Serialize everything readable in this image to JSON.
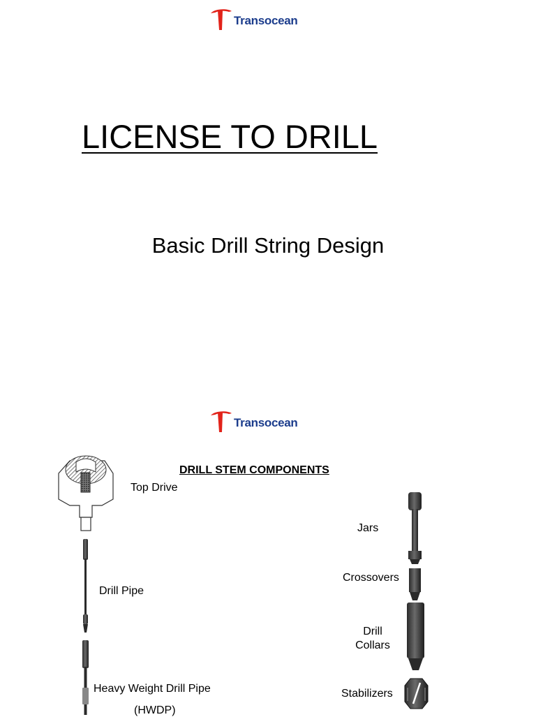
{
  "logo": {
    "brand": "Transocean",
    "colors": {
      "mark": "#e2231a",
      "text": "#1b3c8c"
    }
  },
  "title_slide": {
    "title": "LICENSE TO DRILL",
    "subtitle": "Basic Drill String Design"
  },
  "components_slide": {
    "heading": "DRILL STEM COMPONENTS",
    "labels": {
      "top_drive": "Top Drive",
      "drill_pipe": "Drill Pipe",
      "hwdp_line1": "Heavy Weight Drill Pipe",
      "hwdp_line2": "(HWDP)",
      "jars": "Jars",
      "crossovers": "Crossovers",
      "drill_collars_line1": "Drill",
      "drill_collars_line2": "Collars",
      "stabilizers": "Stabilizers"
    }
  }
}
